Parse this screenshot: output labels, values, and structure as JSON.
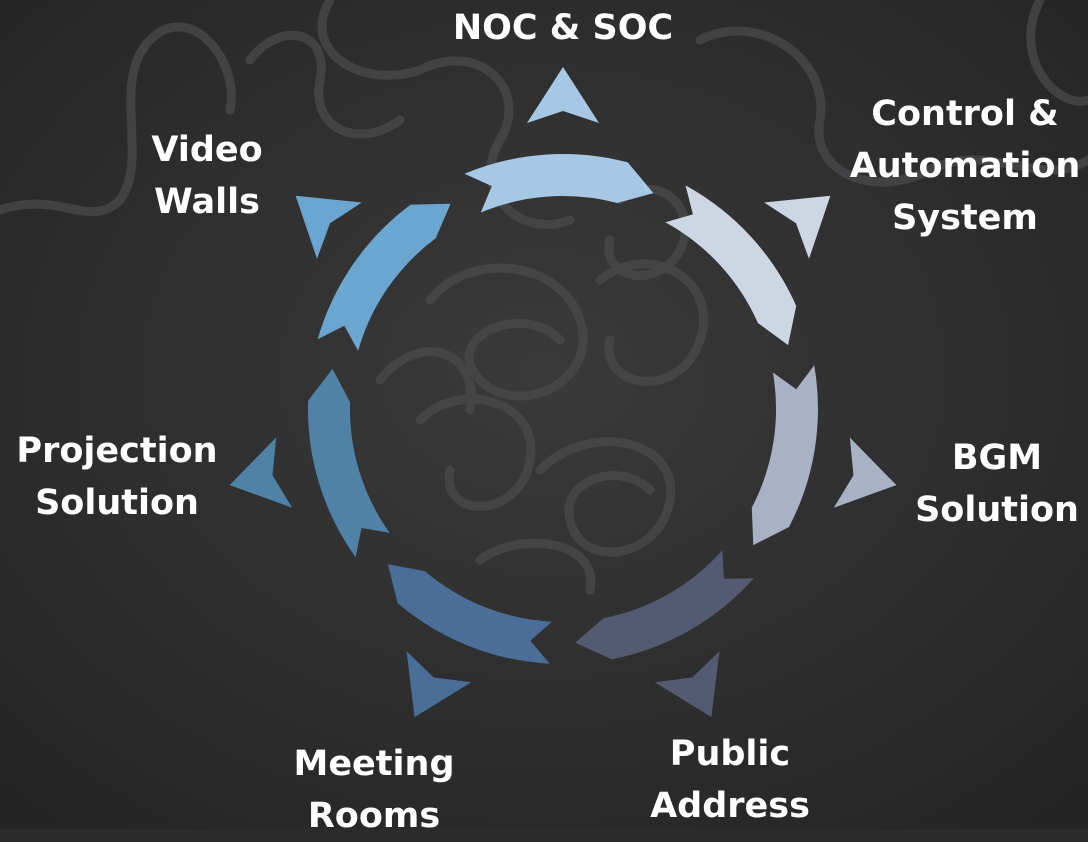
{
  "segments": [
    {
      "id": "noc-soc",
      "lines": [
        "NOC & SOC"
      ],
      "color": "#a7c8e4"
    },
    {
      "id": "control-automation",
      "lines": [
        "Control &",
        "Automation",
        "System"
      ],
      "color": "#cdd6e3"
    },
    {
      "id": "bgm-solution",
      "lines": [
        "BGM",
        "Solution"
      ],
      "color": "#a9b2c5"
    },
    {
      "id": "public-address",
      "lines": [
        "Public",
        "Address"
      ],
      "color": "#545a72"
    },
    {
      "id": "meeting-rooms",
      "lines": [
        "Meeting",
        "Rooms"
      ],
      "color": "#4a6e98"
    },
    {
      "id": "projection-solution",
      "lines": [
        "Projection",
        "Solution"
      ],
      "color": "#4f82a6"
    },
    {
      "id": "video-walls",
      "lines": [
        "Video",
        "Walls"
      ],
      "color": "#6aa6cf"
    }
  ]
}
